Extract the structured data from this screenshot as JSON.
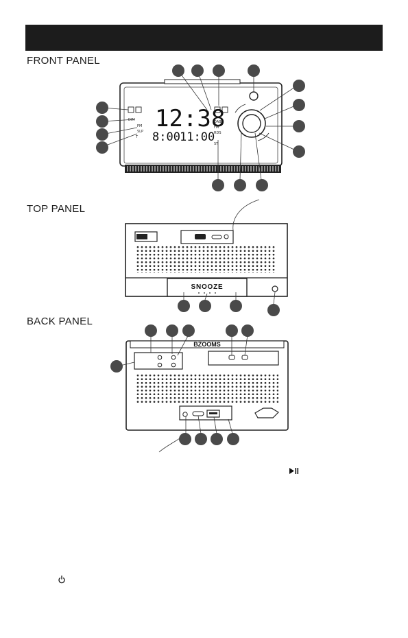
{
  "sections": {
    "front": "FRONT PANEL",
    "top": "TOP PANEL",
    "back": "BACK PANEL"
  },
  "front_display": {
    "time": "12:38",
    "alarm1": "8:00",
    "alarm2": "11:00",
    "indicators_left": [
      "DIM",
      "PM",
      "SLP",
      "T"
    ],
    "indicators_right": [
      "DAB",
      "FM",
      "RDS",
      "ST"
    ]
  },
  "top_panel": {
    "snooze_label": "SNOOZE"
  },
  "back_panel": {
    "brand": "BZOOMS"
  },
  "icons": {
    "play_pause": "play-pause-icon",
    "power": "power-icon"
  },
  "colors": {
    "header_bar": "#1c1c1c",
    "callout": "#4a4a4a",
    "line": "#222222"
  }
}
